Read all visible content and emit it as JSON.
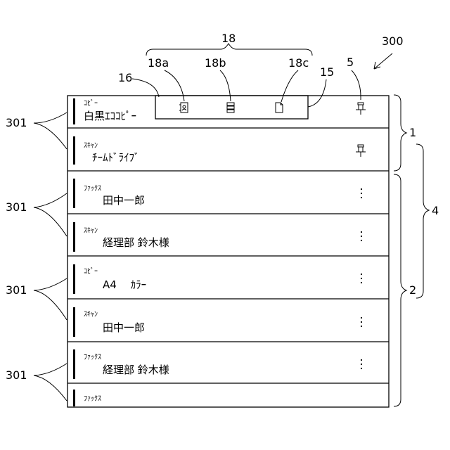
{
  "labels": {
    "n18": "18",
    "n18a": "18a",
    "n18b": "18b",
    "n18c": "18c",
    "n16": "16",
    "n15": "15",
    "n5": "5",
    "n300": "300",
    "n301": "301",
    "n1": "1",
    "n2": "2",
    "n4": "4"
  },
  "rows": [
    {
      "category": "ｺﾋﾟｰ",
      "name": "白黒ｴｺｺﾋﾟｰ",
      "action": "pin"
    },
    {
      "category": "ｽｷｬﾝ",
      "name": "ﾁｰﾑﾄﾞﾗｲﾌﾞ",
      "action": "pin"
    },
    {
      "category": "ﾌｧｯｸｽ",
      "name": "田中一郎",
      "action": "more"
    },
    {
      "category": "ｽｷｬﾝ",
      "name": "経理部 鈴木様",
      "action": "more"
    },
    {
      "category": "ｺﾋﾟｰ",
      "name": "A4　 ｶﾗｰ",
      "action": "more"
    },
    {
      "category": "ｽｷｬﾝ",
      "name": "田中一郎",
      "action": "more"
    },
    {
      "category": "ﾌｧｯｸｽ",
      "name": "経理部 鈴木様",
      "action": "more"
    },
    {
      "category": "ﾌｧｯｸｽ",
      "name": "",
      "action": "none"
    }
  ],
  "toolbar_icons": [
    "address-book-icon",
    "list-icon",
    "document-icon"
  ],
  "icons": {
    "pin": "pushpin-icon",
    "more": "vertical-ellipsis-icon"
  }
}
